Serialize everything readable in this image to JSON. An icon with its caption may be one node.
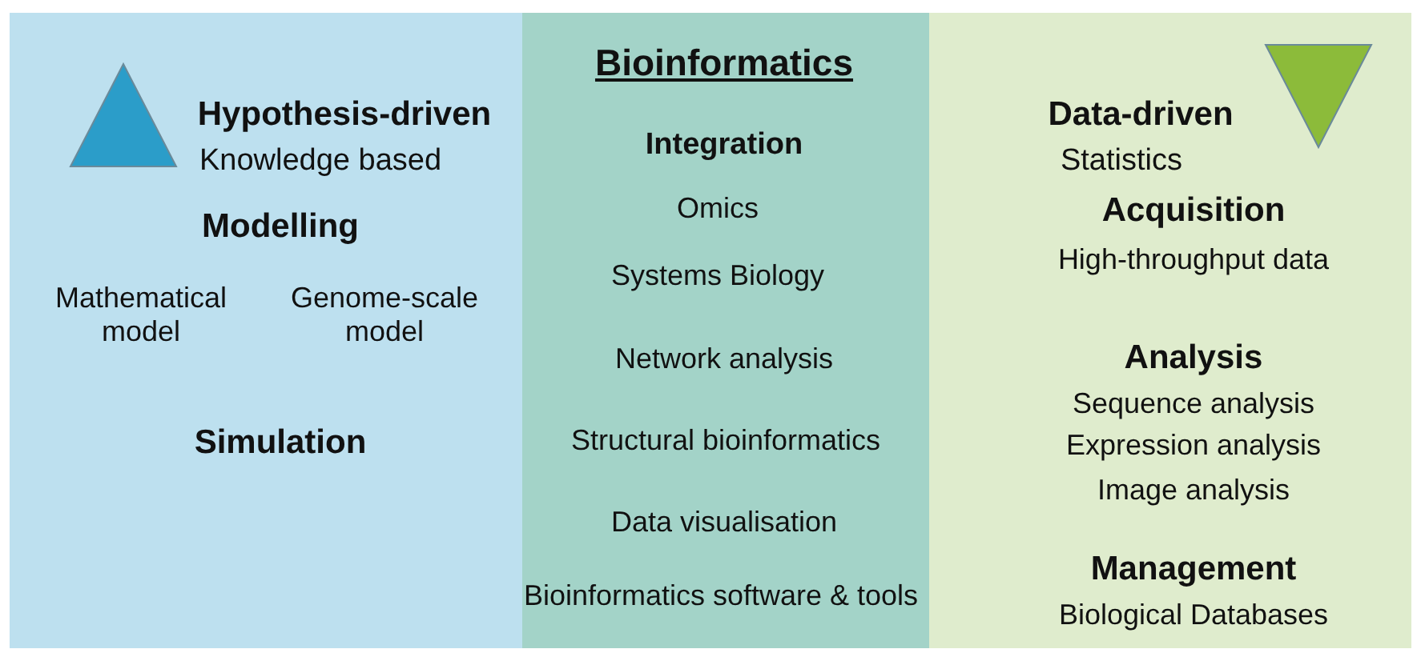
{
  "diagram": {
    "nodes": [
      {
        "text": [
          "Hypothesis-driven",
          "Knowledge based",
          "Modelling",
          "Mathematical model",
          "Genome-scale model",
          "Simulation"
        ]
      },
      {
        "text": [],
        "shape": "triangle",
        "in": 0
      },
      {
        "text": [
          "Bioinformatics",
          "Integration",
          "Omics",
          "Systems Biology",
          "Network analysis",
          "Structural bioinformatics",
          "Data visualisation",
          "Bioinformatics software & tools"
        ]
      },
      {
        "text": [
          "Data-driven",
          "Statistics",
          "Acquisition",
          "High-throughput data",
          "Analysis",
          "Sequence analysis",
          "Expression analysis",
          "Image analysis",
          "Management",
          "Biological Databases"
        ]
      },
      {
        "text": [],
        "shape": "triangle",
        "in": 3
      }
    ]
  }
}
